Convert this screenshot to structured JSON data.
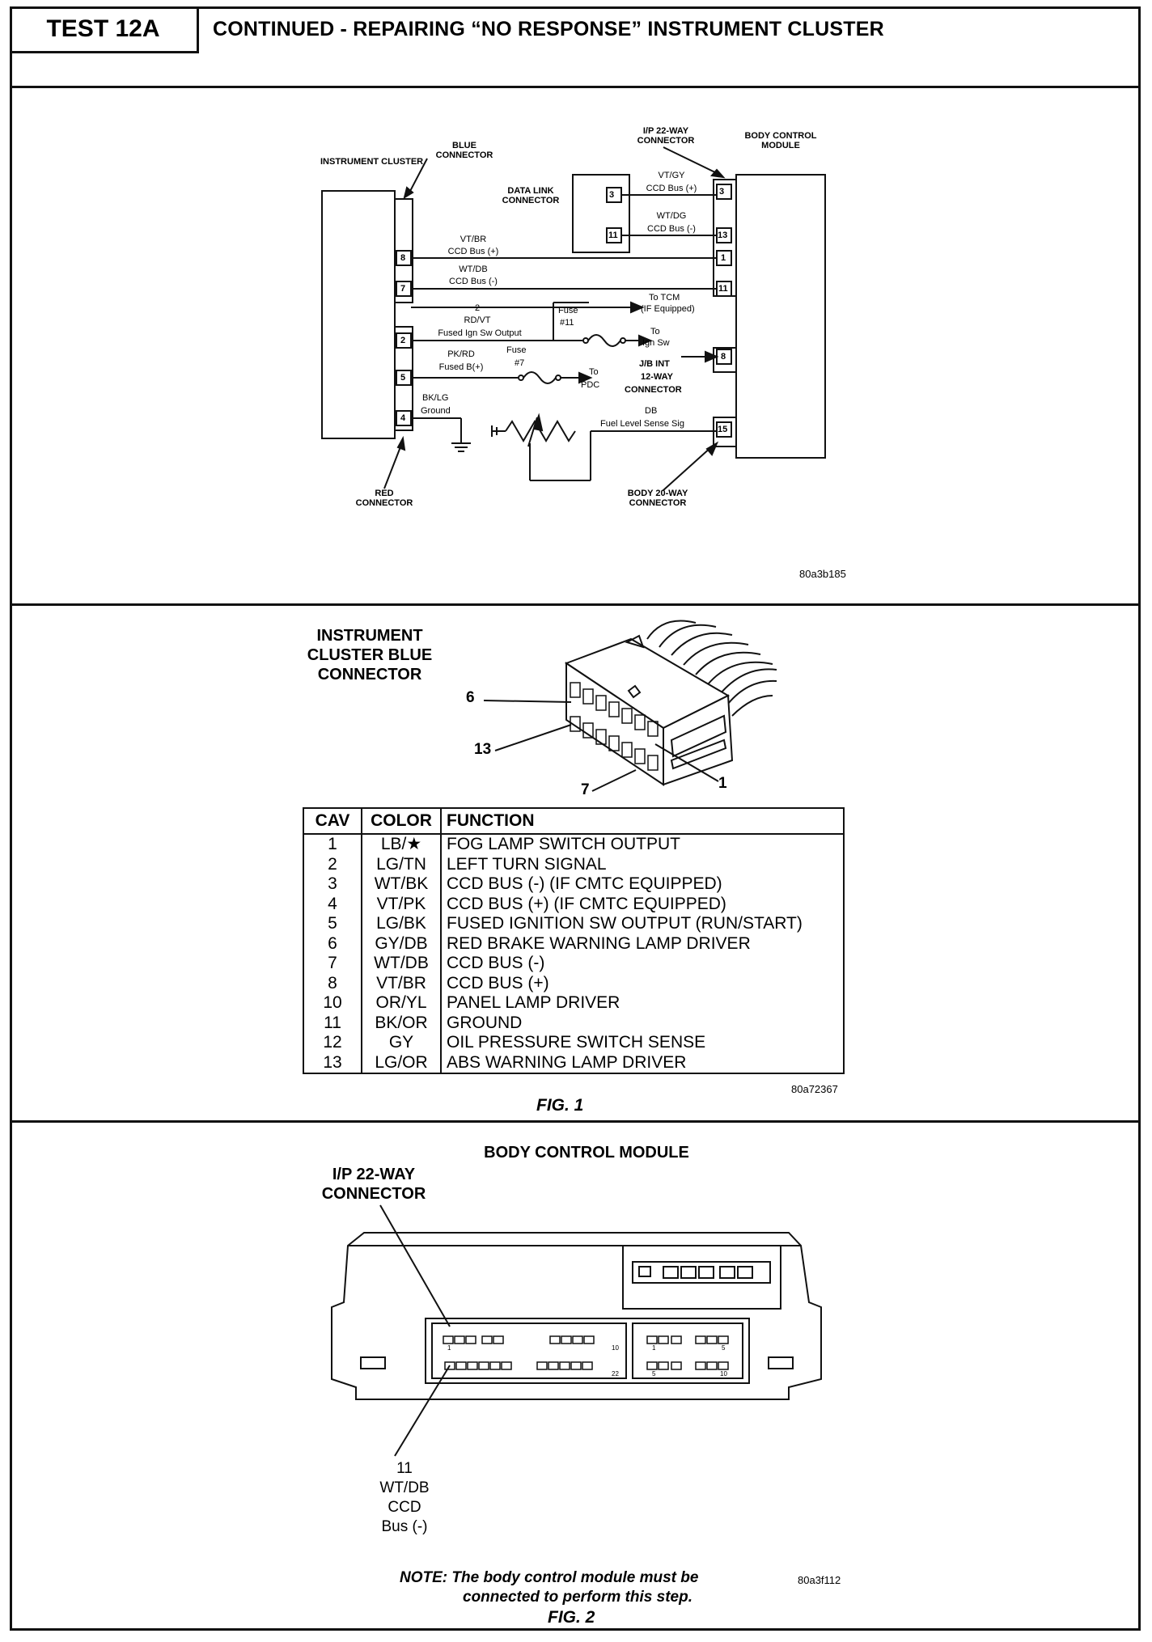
{
  "header": {
    "test_label": "TEST 12A",
    "title": "CONTINUED - REPAIRING “NO RESPONSE” INSTRUMENT CLUSTER"
  },
  "schematic": {
    "instrument_cluster": "INSTRUMENT CLUSTER",
    "blue_connector": "BLUE CONNECTOR",
    "red_connector": "RED CONNECTOR",
    "ip_connector": "I/P 22-WAY CONNECTOR",
    "body_control_module": "BODY CONTROL MODULE",
    "data_link_connector": "DATA LINK CONNECTOR",
    "dlc_pins": [
      "3",
      "11"
    ],
    "dlc_wire1": "VT/GY",
    "dlc_wire1_sig": "CCD Bus (+)",
    "dlc_wire2": "WT/DG",
    "dlc_wire2_sig": "CCD Bus (-)",
    "bcm_pins": [
      "3",
      "13",
      "1",
      "11",
      "8",
      "15"
    ],
    "cluster_pins": [
      "8",
      "7",
      "2",
      "5",
      "4"
    ],
    "w8_color": "VT/BR",
    "w8_sig": "CCD Bus (+)",
    "w7_color": "WT/DB",
    "w7_sig": "CCD Bus (-)",
    "w2_num": "2",
    "w2_color": "RD/VT",
    "w2_sig": "Fused Ign Sw Output",
    "to_tcm": "To TCM",
    "if_equipped": "(IF Equipped)",
    "fuse11": "Fuse",
    "fuse11_num": "#11",
    "to_ign": "To",
    "to_ign2": "Ign Sw",
    "w5_color": "PK/RD",
    "w5_sig": "Fused B(+)",
    "fuse7": "Fuse",
    "fuse7_num": "#7",
    "to_pdc": "To",
    "to_pdc2": "PDC",
    "jb_int": "J/B INT",
    "jb_int2": "12-WAY",
    "jb_int3": "CONNECTOR",
    "w4_color": "BK/LG",
    "w4_sig": "Ground",
    "db_color": "DB",
    "db_sig": "Fuel Level Sense Sig",
    "body_connector": "BODY 20-WAY CONNECTOR",
    "figure_code": "80a3b185"
  },
  "fig1": {
    "heading_l1": "INSTRUMENT",
    "heading_l2": "CLUSTER BLUE",
    "heading_l3": "CONNECTOR",
    "callouts": [
      "6",
      "13",
      "7",
      "1"
    ],
    "table": {
      "headers": [
        "CAV",
        "COLOR",
        "FUNCTION"
      ],
      "rows": [
        [
          "1",
          "LB/★",
          "FOG LAMP SWITCH OUTPUT"
        ],
        [
          "2",
          "LG/TN",
          "LEFT TURN SIGNAL"
        ],
        [
          "3",
          "WT/BK",
          "CCD BUS (-) (IF CMTC EQUIPPED)"
        ],
        [
          "4",
          "VT/PK",
          "CCD BUS (+) (IF CMTC EQUIPPED)"
        ],
        [
          "5",
          "LG/BK",
          "FUSED IGNITION SW OUTPUT (RUN/START)"
        ],
        [
          "6",
          "GY/DB",
          "RED BRAKE WARNING LAMP DRIVER"
        ],
        [
          "7",
          "WT/DB",
          "CCD BUS (-)"
        ],
        [
          "8",
          "VT/BR",
          "CCD BUS (+)"
        ],
        [
          "10",
          "OR/YL",
          "PANEL LAMP DRIVER"
        ],
        [
          "11",
          "BK/OR",
          "GROUND"
        ],
        [
          "12",
          "GY",
          "OIL PRESSURE SWITCH SENSE"
        ],
        [
          "13",
          "LG/OR",
          "ABS WARNING LAMP DRIVER"
        ]
      ]
    },
    "code": "80a72367",
    "caption": "FIG. 1"
  },
  "fig2": {
    "title": "BODY CONTROL MODULE",
    "ip_l1": "I/P 22-WAY",
    "ip_l2": "CONNECTOR",
    "pin_labels": [
      "1",
      "10",
      "22",
      "1",
      "5",
      "5",
      "10"
    ],
    "callout_l1": "11",
    "callout_l2": "WT/DB",
    "callout_l3": "CCD",
    "callout_l4": "Bus (-)",
    "note_bold": "NOTE:",
    "note_text": "The body control module must be",
    "note_text2": "connected to perform this step.",
    "code": "80a3f112",
    "caption": "FIG. 2"
  }
}
